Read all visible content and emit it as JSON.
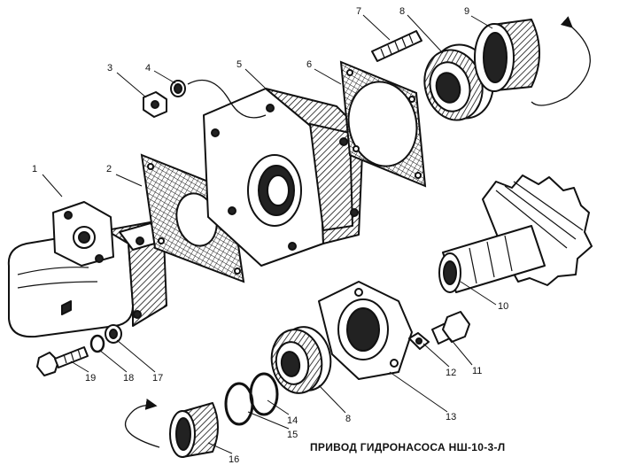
{
  "caption": "ПРИВОД ГИДРОНАСОСА НШ-10-3-Л",
  "callouts": [
    {
      "id": "p1",
      "label": "1"
    },
    {
      "id": "p2",
      "label": "2"
    },
    {
      "id": "p3",
      "label": "3"
    },
    {
      "id": "p4",
      "label": "4"
    },
    {
      "id": "p5",
      "label": "5"
    },
    {
      "id": "p6",
      "label": "6"
    },
    {
      "id": "p7",
      "label": "7"
    },
    {
      "id": "p8a",
      "label": "8"
    },
    {
      "id": "p9",
      "label": "9"
    },
    {
      "id": "p10",
      "label": "10"
    },
    {
      "id": "p11",
      "label": "11"
    },
    {
      "id": "p12",
      "label": "12"
    },
    {
      "id": "p13",
      "label": "13"
    },
    {
      "id": "p14",
      "label": "14"
    },
    {
      "id": "p8b",
      "label": "8"
    },
    {
      "id": "p15",
      "label": "15"
    },
    {
      "id": "p16",
      "label": "16"
    },
    {
      "id": "p17",
      "label": "17"
    },
    {
      "id": "p18",
      "label": "18"
    },
    {
      "id": "p19",
      "label": "19"
    }
  ]
}
